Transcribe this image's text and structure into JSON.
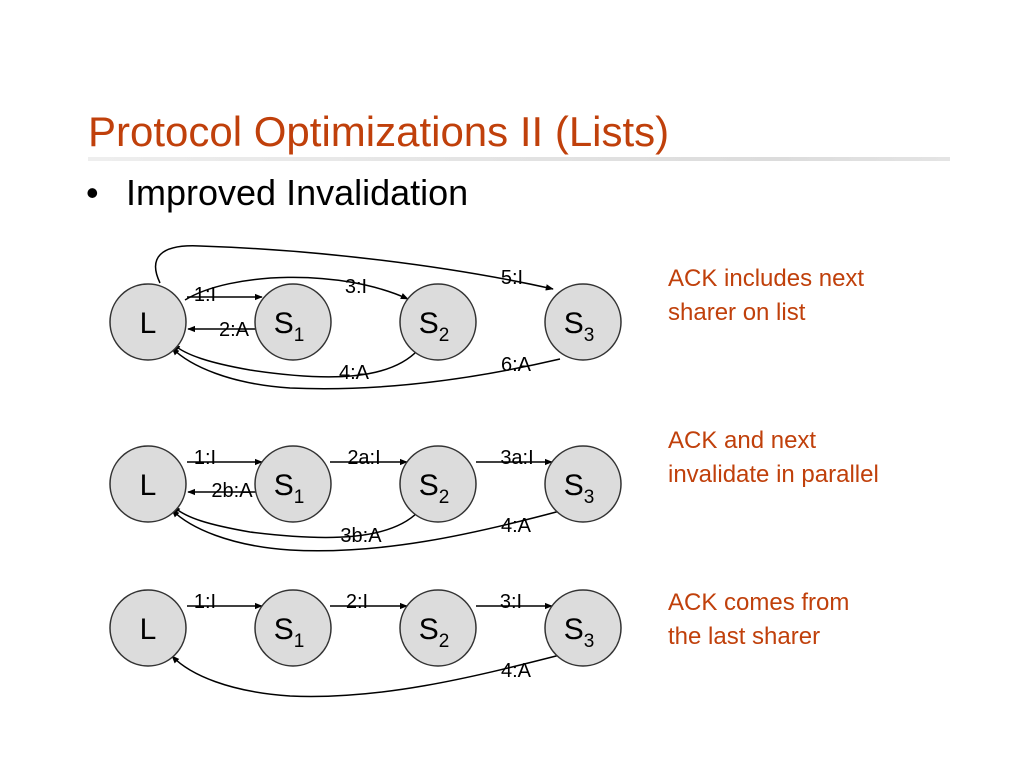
{
  "title": "Protocol Optimizations II (Lists)",
  "bullet": {
    "marker": "•",
    "text": "Improved Invalidation"
  },
  "nodes": {
    "L": "L",
    "S": "S",
    "s1": "1",
    "s2": "2",
    "s3": "3"
  },
  "diagrams": [
    {
      "labels": [
        "1:I",
        "2:A",
        "3:I",
        "4:A",
        "5:I",
        "6:A"
      ],
      "note": [
        "ACK includes next",
        "sharer on list"
      ]
    },
    {
      "labels": [
        "1:I",
        "2b:A",
        "2a:I",
        "3b:A",
        "3a:I",
        "4:A"
      ],
      "note": [
        "ACK and next",
        "invalidate in parallel"
      ]
    },
    {
      "labels": [
        "1:I",
        "2:I",
        "3:I",
        "4:A"
      ],
      "note": [
        "ACK comes from",
        "the last sharer"
      ]
    }
  ],
  "colors": {
    "accent": "#c0400b",
    "node_fill": "#dcdcdc"
  }
}
